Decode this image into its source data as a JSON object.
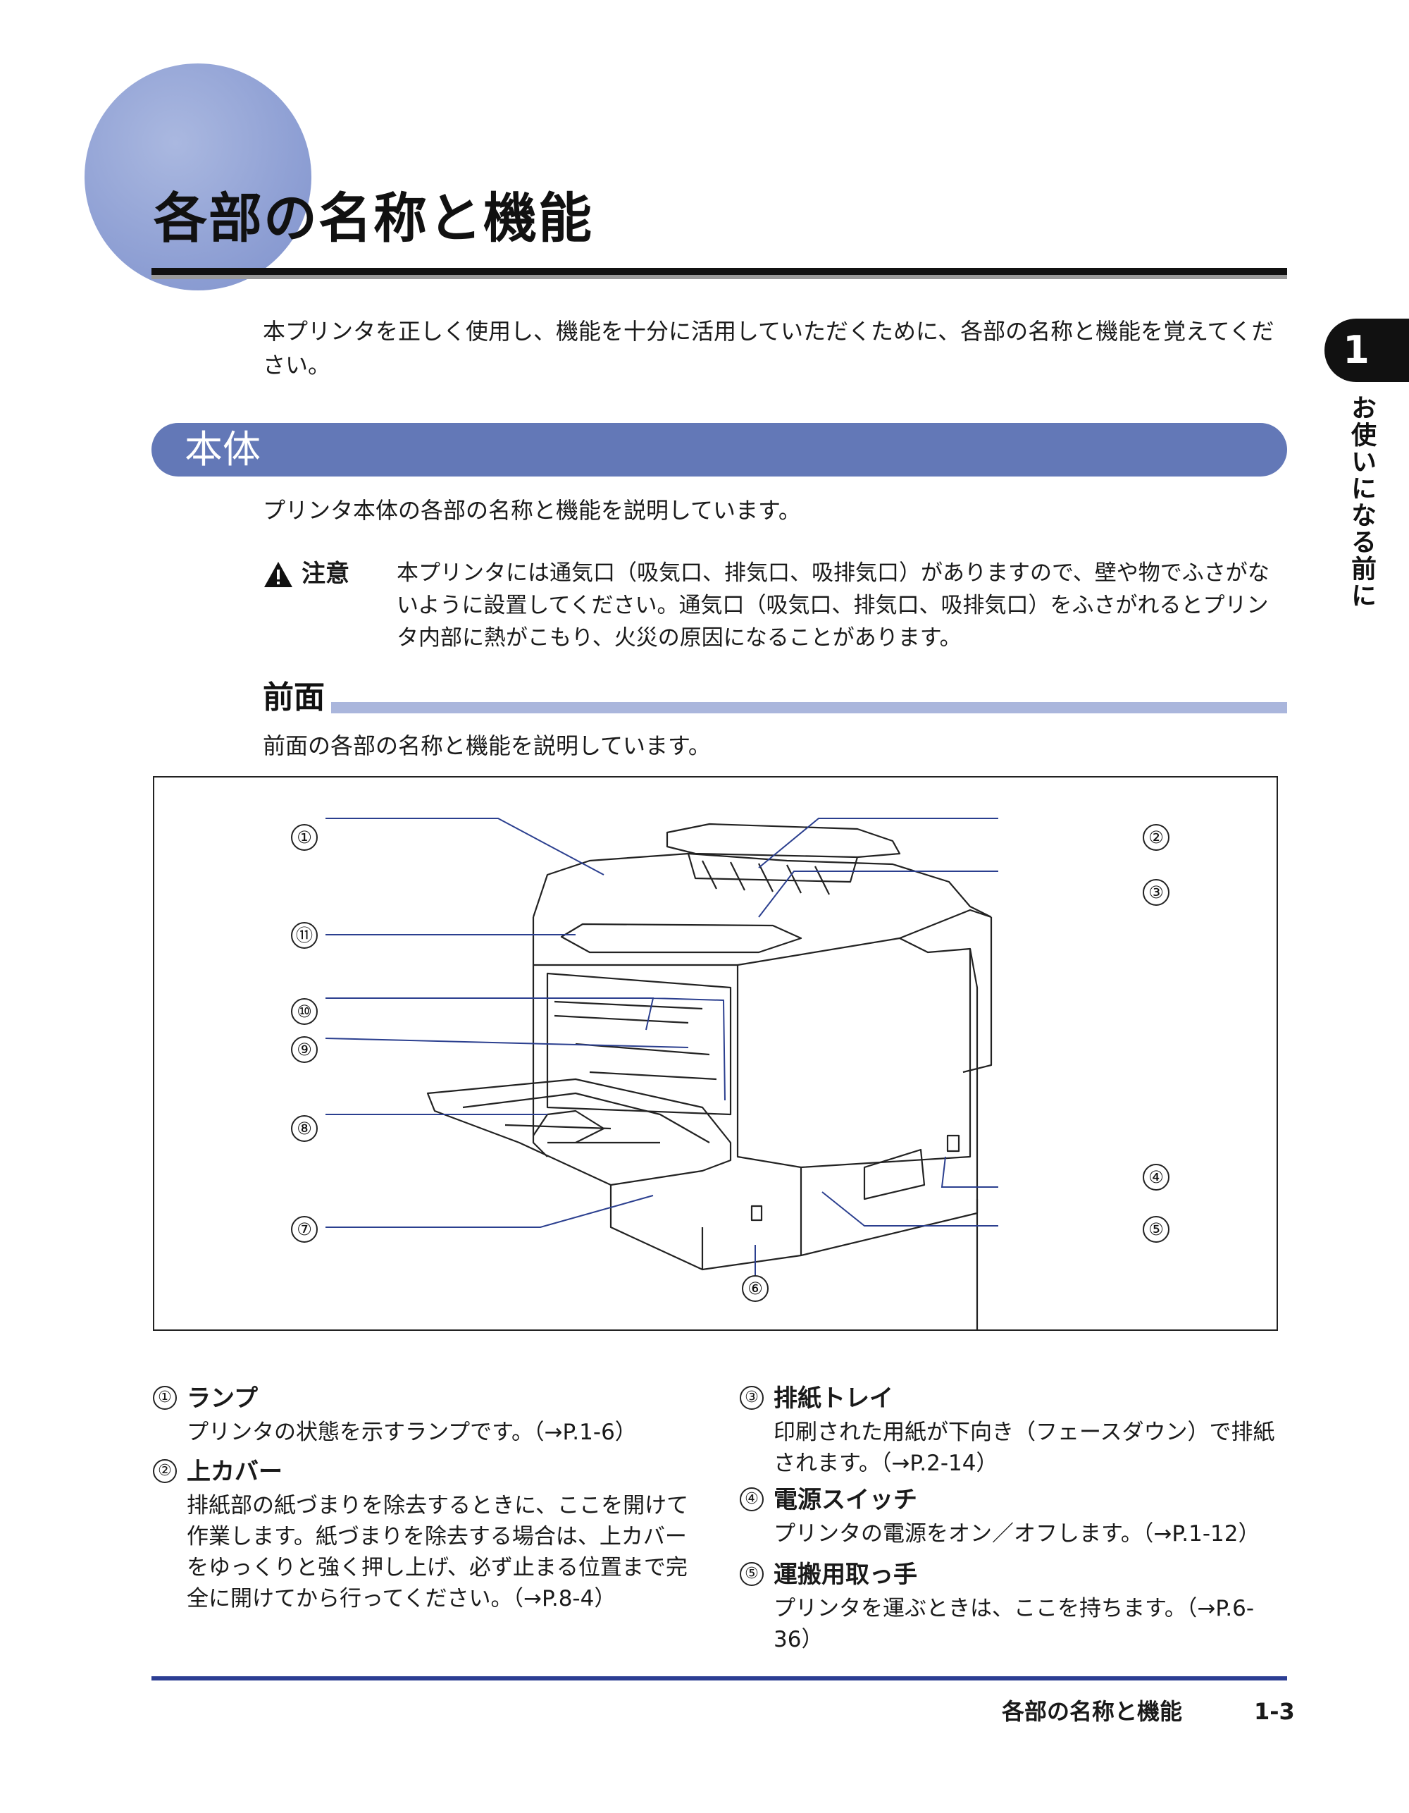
{
  "page_title": "各部の名称と機能",
  "intro": "本プリンタを正しく使用し、機能を十分に活用していただくために、各部の名称と機能を覚えてください。",
  "chapter": {
    "number": "1",
    "title": "お使いになる前に"
  },
  "section": {
    "title": "本体",
    "description": "プリンタ本体の各部の名称と機能を説明しています。"
  },
  "caution": {
    "label": "注意",
    "text": "本プリンタには通気口（吸気口、排気口、吸排気口）がありますので、壁や物でふさがないように設置してください。通気口（吸気口、排気口、吸排気口）をふさがれるとプリンタ内部に熱がこもり、火災の原因になることがあります。"
  },
  "subsection": {
    "title": "前面",
    "description": "前面の各部の名称と機能を説明しています。"
  },
  "figure": {
    "callouts": [
      "①",
      "②",
      "③",
      "④",
      "⑤",
      "⑥",
      "⑦",
      "⑧",
      "⑨",
      "⑩",
      "⑪"
    ]
  },
  "parts": [
    {
      "num": "①",
      "name": "ランプ",
      "desc": "プリンタの状態を示すランプです。（→P.1-6）"
    },
    {
      "num": "②",
      "name": "上カバー",
      "desc": "排紙部の紙づまりを除去するときに、ここを開けて作業します。紙づまりを除去する場合は、上カバーをゆっくりと強く押し上げ、必ず止まる位置まで完全に開けてから行ってください。（→P.8-4）"
    },
    {
      "num": "③",
      "name": "排紙トレイ",
      "desc": "印刷された用紙が下向き（フェースダウン）で排紙されます。（→P.2-14）"
    },
    {
      "num": "④",
      "name": "電源スイッチ",
      "desc": "プリンタの電源をオン／オフします。（→P.1-12）"
    },
    {
      "num": "⑤",
      "name": "運搬用取っ手",
      "desc": "プリンタを運ぶときは、ここを持ちます。（→P.6-36）"
    }
  ],
  "footer": {
    "title": "各部の名称と機能",
    "page": "1-3"
  }
}
